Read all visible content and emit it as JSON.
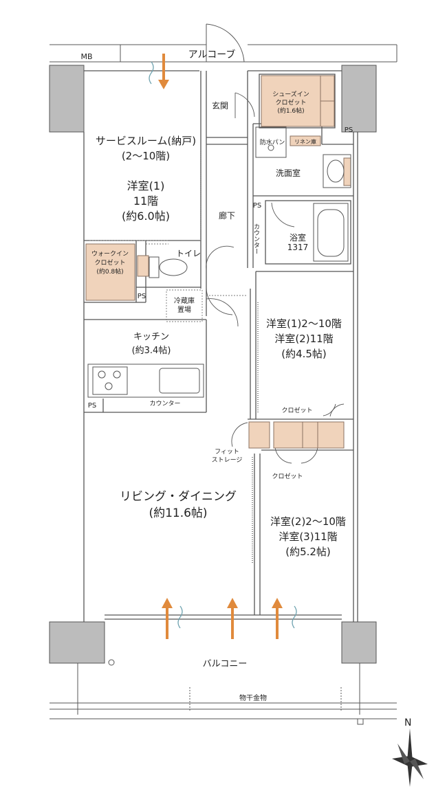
{
  "alcove": "アルコーブ",
  "mb": "MB",
  "entrance": "玄関",
  "shoes_closet": [
    "シューズイン",
    "クロゼット",
    "(約1.6帖)"
  ],
  "ps": "PS",
  "waterproof_pan": "防水パン",
  "linen": "リネン庫",
  "washroom": "洗面室",
  "bath": [
    "浴室",
    "1317"
  ],
  "corridor": "廊下",
  "counter": "カウンター",
  "service_room": [
    "サービスルーム(納戸)",
    "(2〜10階)",
    "洋室(1)",
    "11階",
    "(約6.0帖)"
  ],
  "walkin_closet": [
    "ウォークイン",
    "クロゼット",
    "(約0.8帖)"
  ],
  "toilet": "トイレ",
  "fridge": [
    "冷蔵庫",
    "置場"
  ],
  "kitchen": [
    "キッチン",
    "(約3.4帖)"
  ],
  "bedroom1": [
    "洋室(1)2〜10階",
    "洋室(2)11階",
    "(約4.5帖)"
  ],
  "closet": "クロゼット",
  "fit_storage": [
    "フィット",
    "ストレージ"
  ],
  "living": [
    "リビング・ダイニング",
    "(約11.6帖)"
  ],
  "bedroom2": [
    "洋室(2)2〜10階",
    "洋室(3)11階",
    "(約5.2帖)"
  ],
  "balcony": "バルコニー",
  "laundry_hanger": "物干金物",
  "north": "N",
  "colors": {
    "storage_fill": "#f0d3bb",
    "storage_stroke": "#8a7060",
    "arrow": "#e08a3c",
    "wall": "#bcbcbc"
  }
}
